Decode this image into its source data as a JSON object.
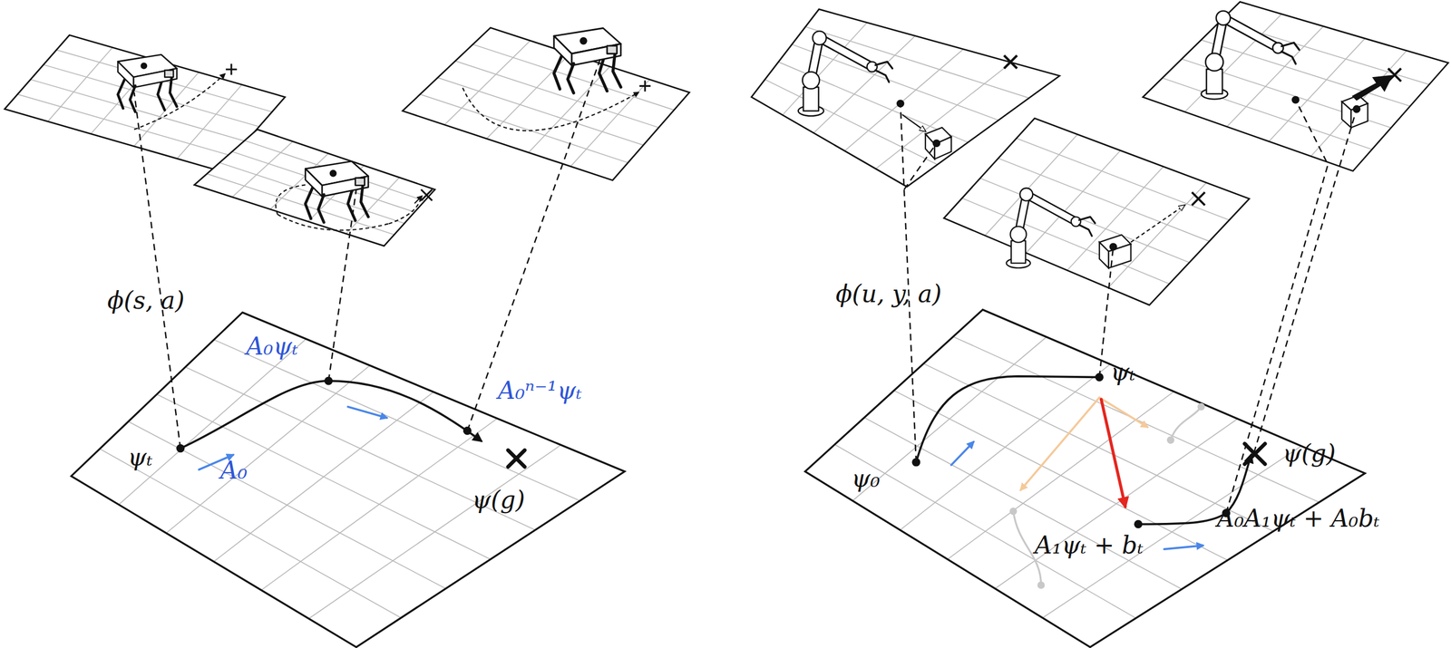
{
  "diagram": {
    "labels": [
      "ϕ(s, a)",
      "A₀ψₜ",
      "A₀ⁿ⁻¹ψₜ",
      "ψₜ",
      "A₀",
      "ψ(g)",
      "ϕ(u, y, a)",
      "ψₜ",
      "ψ₀",
      "ψ(g)",
      "A₁ψₜ + bₜ",
      "A₀A₁ψₜ + A₀bₜ"
    ]
  }
}
